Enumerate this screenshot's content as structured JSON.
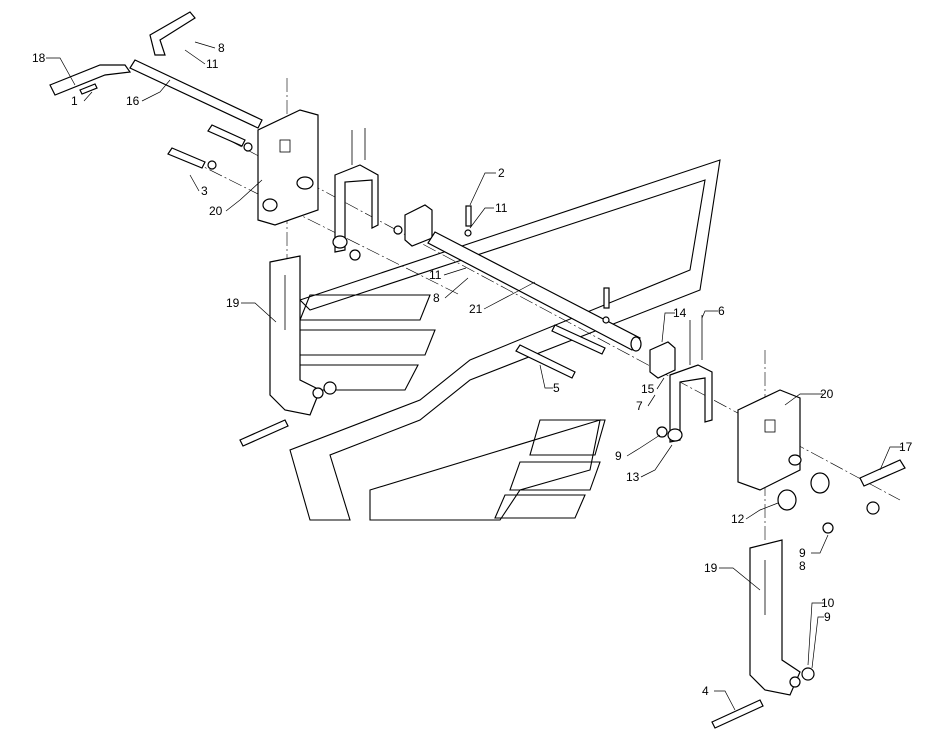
{
  "diagram": {
    "type": "exploded parts diagram",
    "labels": [
      "18",
      "8",
      "11",
      "1",
      "16",
      "3",
      "20",
      "2",
      "11",
      "11",
      "8",
      "19",
      "21",
      "14",
      "6",
      "5",
      "15",
      "7",
      "20",
      "9",
      "13",
      "17",
      "12",
      "9",
      "8",
      "19",
      "10",
      "9",
      "4"
    ]
  }
}
